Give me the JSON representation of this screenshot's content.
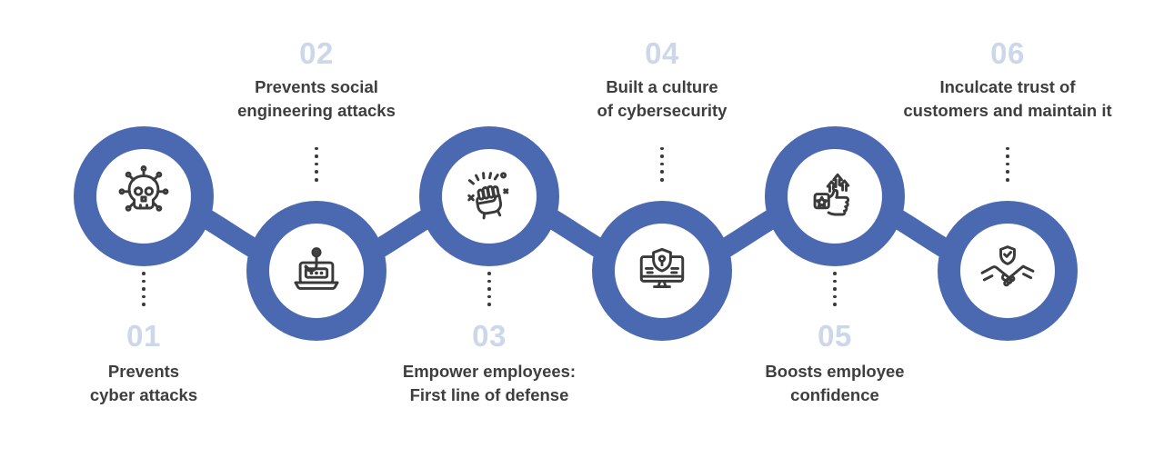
{
  "colors": {
    "chain_blue": "#4a69b0",
    "number_light_blue": "#ccd7e9",
    "label_dark": "#3e3e3e",
    "icon_stroke": "#3a3a3a",
    "background": "#ffffff"
  },
  "steps": [
    {
      "number": "01",
      "line1": "Prevents",
      "line2": "cyber attacks",
      "icon": "virus-skull-icon",
      "row": "top"
    },
    {
      "number": "02",
      "line1": "Prevents social",
      "line2": "engineering attacks",
      "icon": "phishing-laptop-icon",
      "row": "bottom"
    },
    {
      "number": "03",
      "line1": "Empower employees:",
      "line2": "First line of defense",
      "icon": "empowerment-fist-icon",
      "row": "top"
    },
    {
      "number": "04",
      "line1": "Built a culture",
      "line2": "of cybersecurity",
      "icon": "secure-monitor-icon",
      "row": "bottom"
    },
    {
      "number": "05",
      "line1": "Boosts employee",
      "line2": "confidence",
      "icon": "thumbs-up-boost-icon",
      "row": "top"
    },
    {
      "number": "06",
      "line1": "Inculcate trust of",
      "line2": "customers and maintain it",
      "icon": "trust-handshake-icon",
      "row": "bottom"
    }
  ]
}
